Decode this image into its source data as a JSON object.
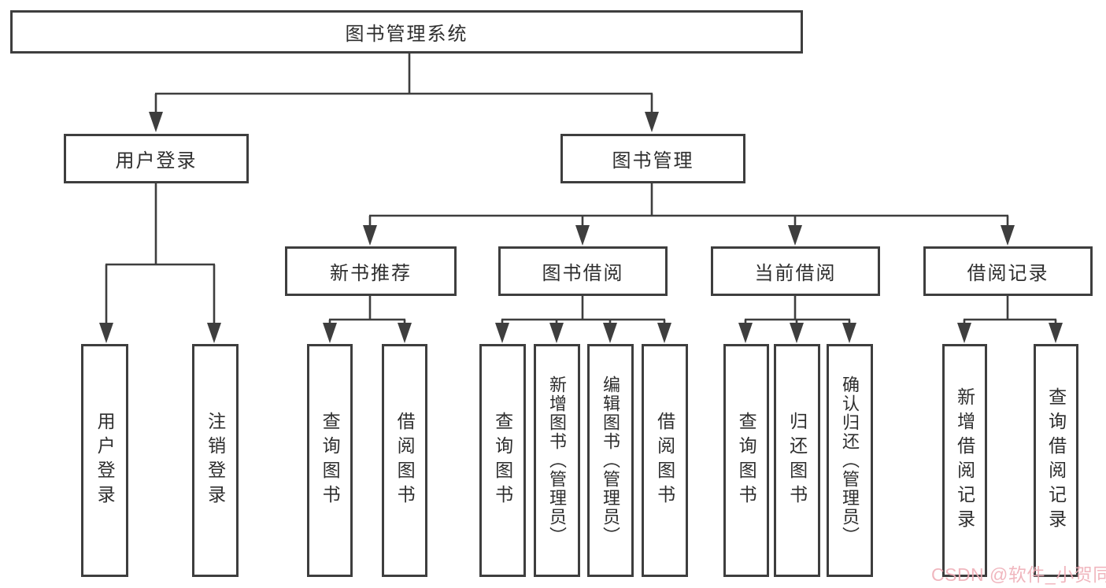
{
  "tree": {
    "root": {
      "label": "图书管理系统"
    },
    "level2": [
      {
        "label": "用户登录"
      },
      {
        "label": "图书管理"
      }
    ],
    "level3": [
      {
        "label": "新书推荐"
      },
      {
        "label": "图书借阅"
      },
      {
        "label": "当前借阅"
      },
      {
        "label": "借阅记录"
      }
    ],
    "leaves_login": [
      {
        "label": "用户登录"
      },
      {
        "label": "注销登录"
      }
    ],
    "leaves_recommend": [
      {
        "label": "查询图书"
      },
      {
        "label": "借阅图书"
      }
    ],
    "leaves_borrow": [
      {
        "label": "查询图书"
      },
      {
        "label": "新增图书（管理员）"
      },
      {
        "label": "编辑图书（管理员）"
      },
      {
        "label": "借阅图书"
      }
    ],
    "leaves_current": [
      {
        "label": "查询图书"
      },
      {
        "label": "归还图书"
      },
      {
        "label": "确认归还（管理员）"
      }
    ],
    "leaves_records": [
      {
        "label": "新增借阅记录"
      },
      {
        "label": "查询借阅记录"
      }
    ]
  },
  "watermark": {
    "text": "CSDN @软件_小贺同学",
    "color": "#efafb8"
  },
  "colors": {
    "line": "#3e3e3e",
    "text": "#2e2e2e",
    "background": "#ffffff"
  }
}
